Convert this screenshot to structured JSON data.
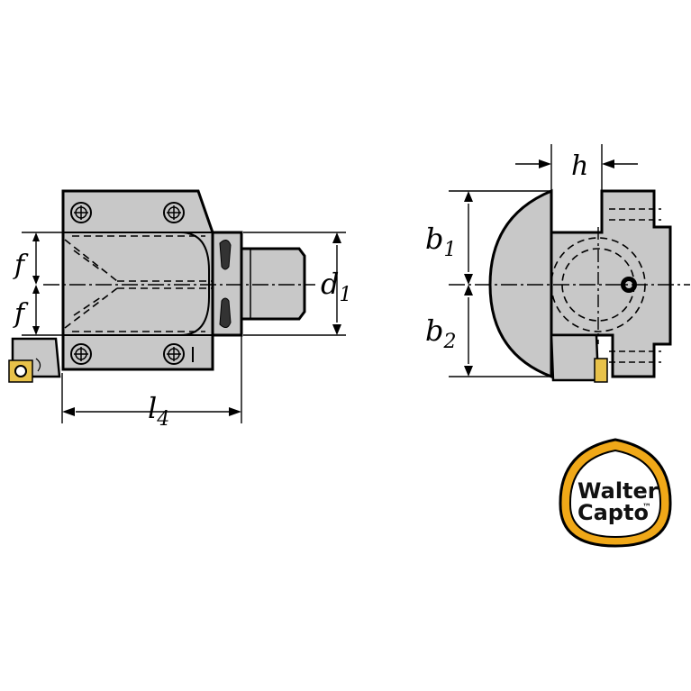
{
  "colors": {
    "background": "#ffffff",
    "body_fill": "#c8c8c8",
    "line": "#000000",
    "insert_fill": "#e8c24a",
    "logo_ring": "#f0a818",
    "logo_inner": "#ffffff"
  },
  "labels": {
    "f_top": "f",
    "f_bottom": "f",
    "d1_main": "d",
    "d1_sub": "1",
    "l4_main": "l",
    "l4_sub": "4",
    "h": "h",
    "b1_main": "b",
    "b1_sub": "1",
    "b2_main": "b",
    "b2_sub": "2"
  },
  "logo": {
    "line1": "Walter",
    "line2": "Capto",
    "tm": "™"
  }
}
